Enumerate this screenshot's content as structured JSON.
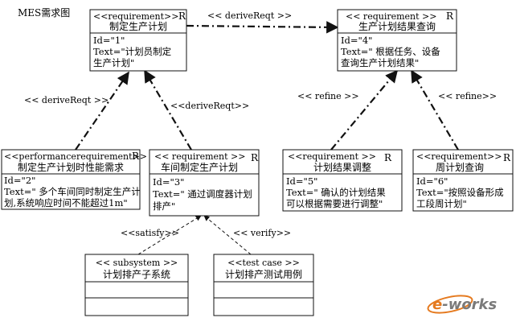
{
  "title": "MES需求图",
  "nodes": {
    "n1": {
      "stereotype": "<<requirement>>",
      "mark": "R",
      "name": "制定生产计划",
      "lines": [
        "Id=\"1\"",
        "Text=\"计划员制定",
        "生产计划\""
      ]
    },
    "n4": {
      "stereotype": "<< requirement >>",
      "mark": "R",
      "name": "生产计划结果查询",
      "lines": [
        "Id=\"4\"",
        "Text=\" 根据任务、设备",
        "查询生产计划结果\""
      ]
    },
    "n2": {
      "stereotype": "<<performancerequirement>>",
      "mark": "R",
      "name": "制定生产计划时性能需求",
      "lines": [
        "Id=\"2\"",
        "Text=\" 多个车间同时制定生产计",
        "划,系统响应时间不能超过1m\""
      ]
    },
    "n3": {
      "stereotype": "<< requirement >>",
      "mark": "R",
      "name": "车间制定生产计划",
      "lines": [
        "Id=\"3\"",
        "Text=\" 通过调度器计划",
        "排产\""
      ]
    },
    "n5": {
      "stereotype": "<<requirement >>",
      "mark": "R",
      "name": "计划结果调整",
      "lines": [
        "Id=\"5\"",
        "Text=\" 确认的计划结果",
        "可以根据需要进行调整\""
      ]
    },
    "n6": {
      "stereotype": "<<requirement>>",
      "mark": "R",
      "name": "周计划查询",
      "lines": [
        "Id=\"6\"",
        "Text=\"按照设备形成",
        "工段周计划\""
      ]
    },
    "n7": {
      "stereotype": "<< subsystem >>",
      "name": "计划排产子系统"
    },
    "n8": {
      "stereotype": "<<test case >>",
      "name": "计划排产测试用例"
    }
  },
  "edges": {
    "e14": "<< deriveReqt >>",
    "e12": "<< deriveReqt >>",
    "e13": "<<deriveReqt>>",
    "e45": "<< refine >>",
    "e46": "<< refine>>",
    "e37": "<<satisfy>>",
    "e38": "<< verify>>"
  },
  "watermark": {
    "part1": "e",
    "part2": "-works"
  }
}
